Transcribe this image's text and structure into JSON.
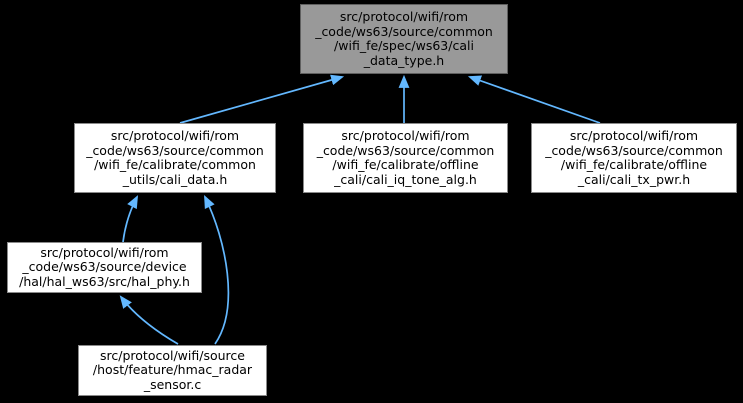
{
  "diagram": {
    "type": "include-dependency-graph",
    "colors": {
      "background": "#000000",
      "edge": "#63b8ff",
      "node_fill": "#ffffff",
      "node_border": "#8a8a8a",
      "highlight_fill": "#999999",
      "highlight_border": "#5f5f5f",
      "text": "#000000"
    },
    "nodes": [
      {
        "id": "cali_data_type_h",
        "label": "src/protocol/wifi/rom_code/ws63/source/common/wifi_fe/spec/ws63/cali_data_type.h",
        "highlighted": true,
        "lines": [
          "src/protocol/wifi/rom",
          "_code/ws63/source/common",
          "/wifi_fe/spec/ws63/cali",
          "_data_type.h"
        ]
      },
      {
        "id": "cali_data_h",
        "label": "src/protocol/wifi/rom_code/ws63/source/common/wifi_fe/calibrate/common_utils/cali_data.h",
        "highlighted": false,
        "lines": [
          "src/protocol/wifi/rom",
          "_code/ws63/source/common",
          "/wifi_fe/calibrate/common",
          "_utils/cali_data.h"
        ]
      },
      {
        "id": "cali_iq_tone_alg_h",
        "label": "src/protocol/wifi/rom_code/ws63/source/common/wifi_fe/calibrate/offline_cali/cali_iq_tone_alg.h",
        "highlighted": false,
        "lines": [
          "src/protocol/wifi/rom",
          "_code/ws63/source/common",
          "/wifi_fe/calibrate/offline",
          "_cali/cali_iq_tone_alg.h"
        ]
      },
      {
        "id": "cali_tx_pwr_h",
        "label": "src/protocol/wifi/rom_code/ws63/source/common/wifi_fe/calibrate/offline_cali/cali_tx_pwr.h",
        "highlighted": false,
        "lines": [
          "src/protocol/wifi/rom",
          "_code/ws63/source/common",
          "/wifi_fe/calibrate/offline",
          "_cali/cali_tx_pwr.h"
        ]
      },
      {
        "id": "hal_phy_h",
        "label": "src/protocol/wifi/rom_code/ws63/source/device/hal/hal_ws63/src/hal_phy.h",
        "highlighted": false,
        "lines": [
          "src/protocol/wifi/rom",
          "_code/ws63/source/device",
          "/hal/hal_ws63/src/hal_phy.h"
        ]
      },
      {
        "id": "hmac_radar_sensor_c",
        "label": "src/protocol/wifi/source/host/feature/hmac_radar_sensor.c",
        "highlighted": false,
        "lines": [
          "src/protocol/wifi/source",
          "/host/feature/hmac_radar",
          "_sensor.c"
        ]
      }
    ],
    "edges": [
      {
        "from": "cali_data_h",
        "to": "cali_data_type_h"
      },
      {
        "from": "cali_iq_tone_alg_h",
        "to": "cali_data_type_h"
      },
      {
        "from": "cali_tx_pwr_h",
        "to": "cali_data_type_h"
      },
      {
        "from": "hal_phy_h",
        "to": "cali_data_h"
      },
      {
        "from": "hmac_radar_sensor_c",
        "to": "hal_phy_h"
      },
      {
        "from": "hmac_radar_sensor_c",
        "to": "cali_data_h"
      }
    ]
  }
}
